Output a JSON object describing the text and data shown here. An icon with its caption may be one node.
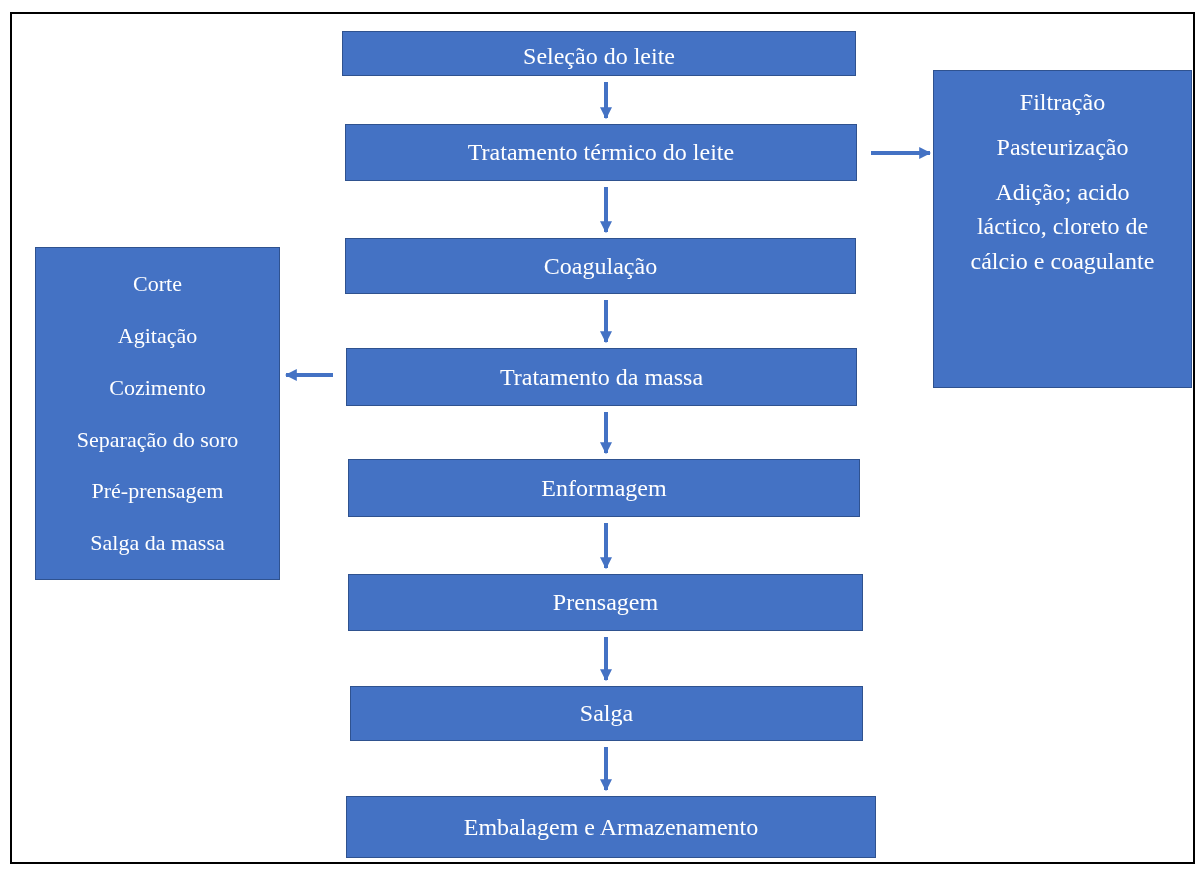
{
  "diagram": {
    "nodes": [
      {
        "text": [
          "Seleção do leite"
        ]
      },
      {
        "text": [
          "Tratamento térmico do leite"
        ]
      },
      {
        "text": [
          "Coagulação"
        ]
      },
      {
        "text": [
          "Tratamento da massa"
        ]
      },
      {
        "text": [
          "Enformagem"
        ]
      },
      {
        "text": [
          "Prensagem"
        ]
      },
      {
        "text": [
          "Salga"
        ]
      },
      {
        "text": [
          "Embalagem e Armazenamento"
        ]
      },
      {
        "text": [
          "Filtração",
          "Pasteurização",
          "Adição; acido láctico, cloreto de cálcio e coagulante"
        ]
      },
      {
        "text": [
          "Corte",
          "Agitação",
          "Cozimento",
          "Separação do soro",
          "Pré-prensagem",
          "Salga da massa"
        ]
      }
    ],
    "edges": [
      {
        "from": 0,
        "to": 1,
        "arrow": "to"
      },
      {
        "from": 1,
        "to": 2,
        "arrow": "to"
      },
      {
        "from": 2,
        "to": 3,
        "arrow": "to"
      },
      {
        "from": 3,
        "to": 4,
        "arrow": "to"
      },
      {
        "from": 4,
        "to": 5,
        "arrow": "to"
      },
      {
        "from": 5,
        "to": 6,
        "arrow": "to"
      },
      {
        "from": 6,
        "to": 7,
        "arrow": "to"
      },
      {
        "from": 1,
        "to": 8,
        "arrow": "to"
      },
      {
        "from": 3,
        "to": 9,
        "arrow": "to"
      }
    ]
  }
}
